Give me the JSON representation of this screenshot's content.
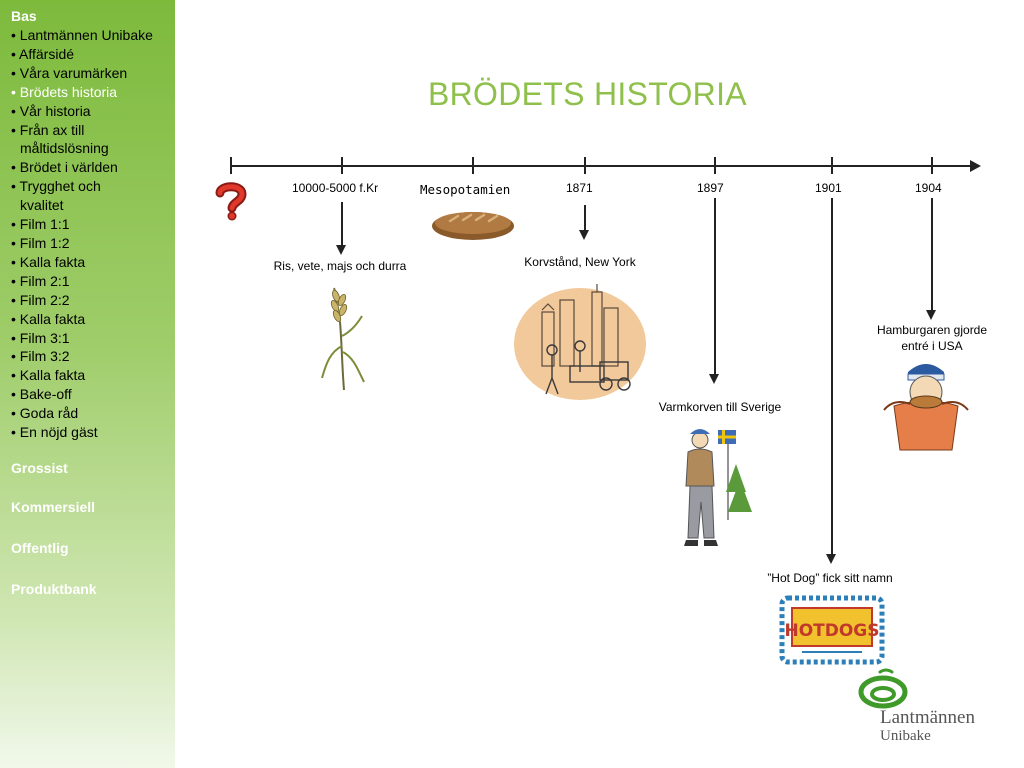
{
  "sidebar": {
    "heading": "Bas",
    "items": [
      {
        "label": "• Lantmännen Unibake"
      },
      {
        "label": "• Affärsidé"
      },
      {
        "label": "• Våra varumärken"
      },
      {
        "label": "• Brödets historia"
      },
      {
        "label": "• Vår historia"
      },
      {
        "label": "• Från ax till",
        "cont": "måltidslösning"
      },
      {
        "label": "• Brödet i världen"
      },
      {
        "label": "• Trygghet och",
        "cont": "kvalitet"
      },
      {
        "label": "• Film 1:1"
      },
      {
        "label": "• Film 1:2"
      },
      {
        "label": "• Kalla fakta"
      },
      {
        "label": "• Film 2:1"
      },
      {
        "label": "• Film 2:2"
      },
      {
        "label": "• Kalla fakta"
      },
      {
        "label": "• Film 3:1"
      },
      {
        "label": "• Film 3:2"
      },
      {
        "label": "• Kalla fakta"
      },
      {
        "label": "• Bake-off"
      },
      {
        "label": "• Goda råd"
      },
      {
        "label": "• En nöjd gäst"
      }
    ],
    "active_index": 3,
    "sections": [
      "Grossist",
      "Kommersiell",
      "Offentlig",
      "Produktbank"
    ]
  },
  "page": {
    "title": "BRÖDETS HISTORIA"
  },
  "timeline": {
    "ticks": [
      "10000-5000 f.Kr",
      "Mesopotamien",
      "1871",
      "1897",
      "1901",
      "1904"
    ],
    "events": [
      {
        "caption": "Ris, vete, majs och durra"
      },
      {
        "caption": "Korvstånd, New York"
      },
      {
        "caption": "Varmkorven till Sverige"
      },
      {
        "caption": "”Hot Dog” fick sitt namn"
      },
      {
        "caption_line1": "Hamburgaren gjorde",
        "caption_line2": "entré i USA"
      }
    ]
  },
  "hotdog_sign": {
    "text": "HOTDOGS"
  },
  "logo": {
    "line1": "Lantmännen",
    "line2": "Unibake"
  },
  "colors": {
    "accent": "#8ec04b",
    "sidebar": "#7dba3c"
  }
}
